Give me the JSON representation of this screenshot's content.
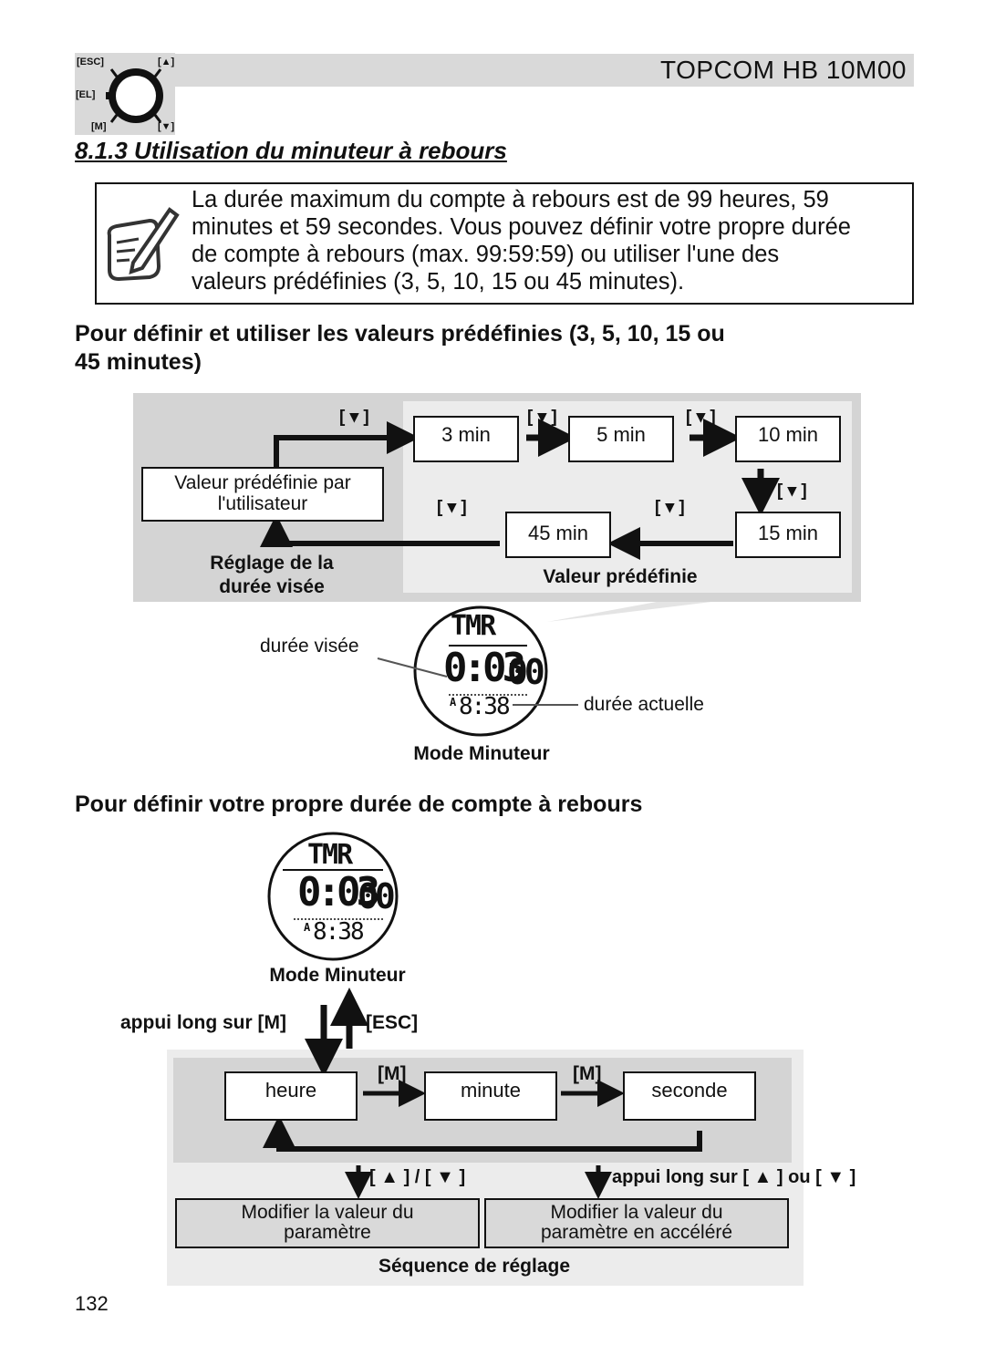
{
  "header": {
    "brand": "TOPCOM HB 10M00",
    "dial": {
      "esc": "[ESC]",
      "up": "[▲]",
      "el": "[EL]",
      "m": "[M]",
      "down": "[▼]"
    }
  },
  "section_title": "8.1.3 Utilisation du minuteur à rebours",
  "note": {
    "icon": "note-pencil-icon",
    "lines": [
      "La durée maximum du compte à rebours est de 99 heures, 59",
      "minutes et 59 secondes. Vous pouvez définir votre propre durée",
      "de compte à rebours (max. 99:59:59) ou utiliser l'une des",
      "valeurs prédéfinies (3, 5, 10, 15 ou 45 minutes)."
    ]
  },
  "preset_heading": {
    "line1": "Pour définir et utiliser les valeurs prédéfinies (3, 5, 10, 15 ou",
    "line2": "45 minutes)"
  },
  "preset_diagram": {
    "down_key": "[ ▾ ]",
    "user_value_line1": "Valeur prédéfinie par",
    "user_value_line2": "l'utilisateur",
    "presets": [
      "3 min",
      "5 min",
      "10 min",
      "15 min",
      "45 min"
    ],
    "left_caption_line1": "Réglage de la",
    "left_caption_line2": "durée visée",
    "right_caption": "Valeur prédéfinie"
  },
  "watch": {
    "mode_text": "TMR",
    "time": "0:03",
    "time_small": "00",
    "clock_prefix": "A",
    "clock": "8:38",
    "label_target": "durée visée",
    "label_current": "durée actuelle",
    "caption": "Mode Minuteur"
  },
  "custom_heading": "Pour définir votre propre durée de compte à rebours",
  "custom_diagram": {
    "mode_caption": "Mode Minuteur",
    "long_press_m": "appui long sur [M]",
    "esc": "[ESC]",
    "m_key": "[M]",
    "fields": [
      "heure",
      "minute",
      "seconde"
    ],
    "up_down_keys": "[ ▲ ] / [ ▼ ]",
    "long_press_updown": "appui long sur [ ▲ ] ou [ ▼ ]",
    "modify_value_line1": "Modifier la valeur du",
    "modify_value_line2": "paramètre",
    "modify_fast_line1": "Modifier la valeur du",
    "modify_fast_line2": "paramètre en accéléré",
    "sequence_caption": "Séquence de réglage"
  },
  "page_number": "132"
}
